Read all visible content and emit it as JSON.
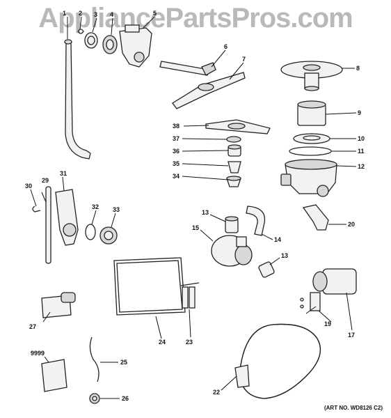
{
  "watermark": "AppliancePartsPros.com",
  "art_number": "(ART NO. WD8126 C2)",
  "labels": [
    "1",
    "2",
    "3",
    "4",
    "5",
    "6",
    "7",
    "8",
    "9",
    "10",
    "11",
    "12",
    "13",
    "13",
    "14",
    "15",
    "19",
    "17",
    "20",
    "22",
    "23",
    "24",
    "25",
    "26",
    "27",
    "29",
    "30",
    "31",
    "32",
    "33",
    "34",
    "35",
    "36",
    "37",
    "38",
    "9999"
  ]
}
